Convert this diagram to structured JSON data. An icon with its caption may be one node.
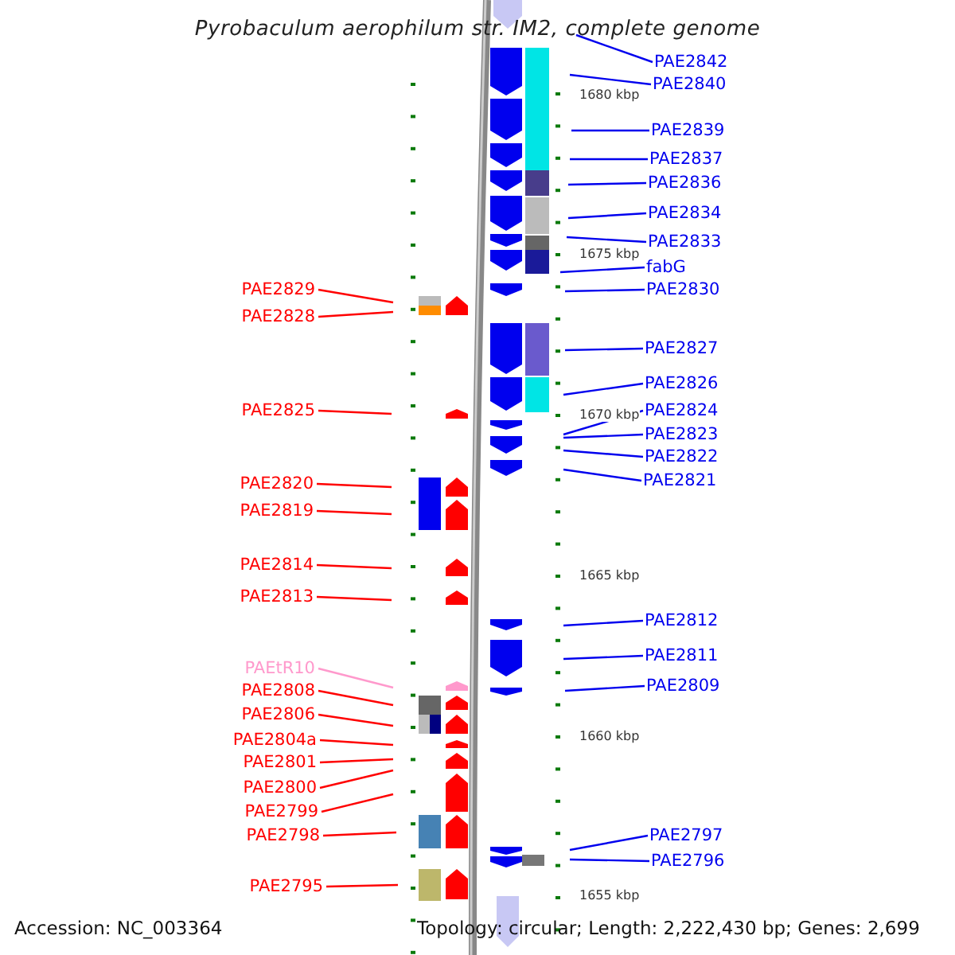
{
  "diagram": {
    "title": "Pyrobaculum aerophilum str. IM2, complete genome",
    "nodes": [
      {
        "text": [
          "PAE2842"
        ]
      },
      {
        "text": [
          "PAE2840"
        ]
      },
      {
        "text": [
          "PAE2839"
        ]
      },
      {
        "text": [
          "PAE2837"
        ]
      },
      {
        "text": [
          "PAE2836"
        ]
      },
      {
        "text": [
          "PAE2834"
        ]
      },
      {
        "text": [
          "PAE2833"
        ]
      },
      {
        "text": [
          "fabG"
        ]
      },
      {
        "text": [
          "PAE2830"
        ]
      },
      {
        "text": [
          "PAE2827"
        ]
      },
      {
        "text": [
          "PAE2826"
        ]
      },
      {
        "text": [
          "PAE2824"
        ]
      },
      {
        "text": [
          "PAE2823"
        ]
      },
      {
        "text": [
          "PAE2822"
        ]
      },
      {
        "text": [
          "PAE2821"
        ]
      },
      {
        "text": [
          "PAE2812"
        ]
      },
      {
        "text": [
          "PAE2811"
        ]
      },
      {
        "text": [
          "PAE2809"
        ]
      },
      {
        "text": [
          "PAE2797"
        ]
      },
      {
        "text": [
          "PAE2796"
        ]
      },
      {
        "text": [
          "PAE2829"
        ]
      },
      {
        "text": [
          "PAE2828"
        ]
      },
      {
        "text": [
          "PAE2825"
        ]
      },
      {
        "text": [
          "PAE2820"
        ]
      },
      {
        "text": [
          "PAE2819"
        ]
      },
      {
        "text": [
          "PAE2814"
        ]
      },
      {
        "text": [
          "PAE2813"
        ]
      },
      {
        "text": [
          "PAEtR10"
        ]
      },
      {
        "text": [
          "PAE2808"
        ]
      },
      {
        "text": [
          "PAE2806"
        ]
      },
      {
        "text": [
          "PAE2804a"
        ]
      },
      {
        "text": [
          "PAE2801"
        ]
      },
      {
        "text": [
          "PAE2800"
        ]
      },
      {
        "text": [
          "PAE2799"
        ]
      },
      {
        "text": [
          "PAE2798"
        ]
      },
      {
        "text": [
          "PAE2795"
        ]
      }
    ],
    "edges": [
      {
        "from": 0,
        "to": null,
        "arrow": "none"
      },
      {
        "from": 1,
        "to": null,
        "arrow": "none"
      },
      {
        "from": 2,
        "to": null,
        "arrow": "none"
      },
      {
        "from": 3,
        "to": null,
        "arrow": "none"
      },
      {
        "from": 4,
        "to": null,
        "arrow": "none"
      },
      {
        "from": 5,
        "to": null,
        "arrow": "none"
      },
      {
        "from": 6,
        "to": null,
        "arrow": "none"
      },
      {
        "from": 7,
        "to": null,
        "arrow": "none"
      },
      {
        "from": 8,
        "to": null,
        "arrow": "none"
      },
      {
        "from": 9,
        "to": null,
        "arrow": "none"
      },
      {
        "from": 10,
        "to": null,
        "arrow": "none"
      },
      {
        "from": 11,
        "to": null,
        "arrow": "none"
      },
      {
        "from": 12,
        "to": null,
        "arrow": "none"
      },
      {
        "from": 13,
        "to": null,
        "arrow": "none"
      },
      {
        "from": 14,
        "to": null,
        "arrow": "none"
      },
      {
        "from": 15,
        "to": null,
        "arrow": "none"
      },
      {
        "from": 16,
        "to": null,
        "arrow": "none"
      },
      {
        "from": 17,
        "to": null,
        "arrow": "none"
      },
      {
        "from": 18,
        "to": null,
        "arrow": "none"
      },
      {
        "from": 19,
        "to": null,
        "arrow": "none"
      },
      {
        "from": 20,
        "to": null,
        "arrow": "none",
        "color": "#ff0000"
      },
      {
        "from": 21,
        "to": null,
        "arrow": "none",
        "color": "#ff0000"
      },
      {
        "from": 22,
        "to": null,
        "arrow": "none",
        "color": "#ff0000"
      },
      {
        "from": 23,
        "to": null,
        "arrow": "none",
        "color": "#ff0000"
      },
      {
        "from": 24,
        "to": null,
        "arrow": "none",
        "color": "#ff0000"
      },
      {
        "from": 25,
        "to": null,
        "arrow": "none",
        "color": "#ff0000"
      },
      {
        "from": 26,
        "to": null,
        "arrow": "none",
        "color": "#ff0000"
      },
      {
        "from": 27,
        "to": null,
        "arrow": "none",
        "color": "#ff99cc"
      },
      {
        "from": 28,
        "to": null,
        "arrow": "none",
        "color": "#ff0000"
      },
      {
        "from": 29,
        "to": null,
        "arrow": "none",
        "color": "#ff0000"
      },
      {
        "from": 30,
        "to": null,
        "arrow": "none",
        "color": "#ff0000"
      },
      {
        "from": 31,
        "to": null,
        "arrow": "none",
        "color": "#ff0000"
      },
      {
        "from": 32,
        "to": null,
        "arrow": "none",
        "color": "#ff0000"
      },
      {
        "from": 33,
        "to": null,
        "arrow": "none",
        "color": "#ff0000"
      },
      {
        "from": 34,
        "to": null,
        "arrow": "none",
        "color": "#ff0000"
      },
      {
        "from": 35,
        "to": null,
        "arrow": "none",
        "color": "#ff0000"
      }
    ],
    "labels": [
      "1680 kbp",
      "1675 kbp",
      "1670 kbp",
      "1665 kbp",
      "1660 kbp",
      "1655 kbp",
      "Accession: NC_003364",
      "Topology: circular; Length: 2,222,430 bp; Genes: 2,699"
    ]
  }
}
